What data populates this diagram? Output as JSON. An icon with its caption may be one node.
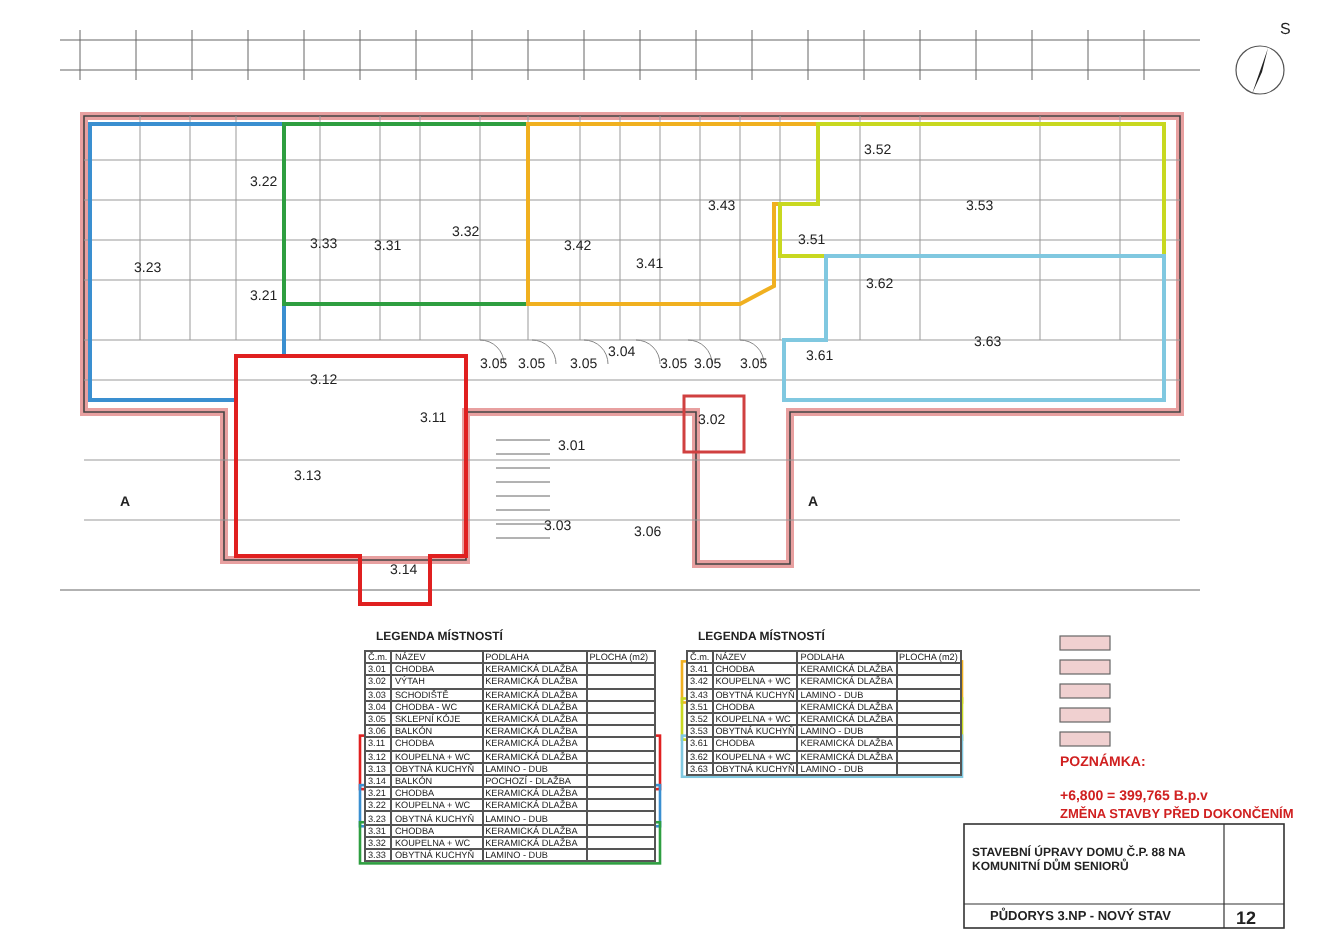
{
  "diagram": {
    "labels": [
      "S",
      "3.22",
      "3.33",
      "3.31",
      "3.32",
      "3.42",
      "3.43",
      "3.41",
      "3.52",
      "3.53",
      "3.51",
      "3.62",
      "3.23",
      "3.21",
      "3.61",
      "3.63",
      "3.12",
      "3.05",
      "3.05",
      "3.05",
      "3.04",
      "3.05",
      "3.05",
      "3.05",
      "3.11",
      "3.01",
      "3.02",
      "3.13",
      "3.03",
      "3.06",
      "3.14",
      "A",
      "A",
      "LEGENDA MÍSTNOSTÍ",
      "Č.m.",
      "NÁZEV",
      "PODLAHA",
      "PLOCHA (m2)",
      "3.01",
      "CHODBA",
      "KERAMICKÁ DLAŽBA",
      "3.02",
      "VÝTAH",
      "KERAMICKÁ DLAŽBA",
      "3.03",
      "SCHODIŠTĚ",
      "KERAMICKÁ DLAŽBA",
      "3.04",
      "CHODBA - WC",
      "KERAMICKÁ DLAŽBA",
      "3.05",
      "SKLEPNÍ KÓJE",
      "KERAMICKÁ DLAŽBA",
      "3.06",
      "BALKÓN",
      "KERAMICKÁ DLAŽBA",
      "3.11",
      "CHODBA",
      "KERAMICKÁ DLAŽBA",
      "3.12",
      "KOUPELNA + WC",
      "KERAMICKÁ DLAŽBA",
      "3.13",
      "OBYTNÁ KUCHYŇ",
      "LAMINO - DUB",
      "3.14",
      "BALKÓN",
      "POCHOZÍ - DLAŽBA",
      "3.21",
      "CHODBA",
      "KERAMICKÁ DLAŽBA",
      "3.22",
      "KOUPELNA + WC",
      "KERAMICKÁ DLAŽBA",
      "3.23",
      "OBYTNÁ KUCHYŇ",
      "LAMINO - DUB",
      "3.31",
      "CHODBA",
      "KERAMICKÁ DLAŽBA",
      "3.32",
      "KOUPELNA + WC",
      "KERAMICKÁ DLAŽBA",
      "3.33",
      "OBYTNÁ KUCHYŇ",
      "LAMINO - DUB",
      "LEGENDA MÍSTNOSTÍ",
      "Č.m.",
      "NÁZEV",
      "PODLAHA",
      "PLOCHA (m2)",
      "3.41",
      "CHODBA",
      "KERAMICKÁ DLAŽBA",
      "3.42",
      "KOUPELNA + WC",
      "KERAMICKÁ DLAŽBA",
      "3.43",
      "OBYTNÁ KUCHYŇ",
      "LAMINO - DUB",
      "3.51",
      "CHODBA",
      "KERAMICKÁ DLAŽBA",
      "3.52",
      "KOUPELNA + WC",
      "KERAMICKÁ DLAŽBA",
      "3.53",
      "OBYTNÁ KUCHYŇ",
      "LAMINO - DUB",
      "3.61",
      "CHODBA",
      "KERAMICKÁ DLAŽBA",
      "3.62",
      "KOUPELNA + WC",
      "KERAMICKÁ DLAŽBA",
      "3.63",
      "OBYTNÁ KUCHYŇ",
      "LAMINO - DUB",
      "POZNÁMKA:",
      "+6,800 = 399,765 B.p.v",
      "ZMĚNA STAVBY PŘED DOKONČENÍM",
      "STAVEBNÍ ÚPRAVY DOMU Č.P. 88 NA KOMUNITNÍ DŮM SENIORŮ",
      "PŮDORYS 3.NP - NOVÝ STAV",
      "12"
    ]
  }
}
